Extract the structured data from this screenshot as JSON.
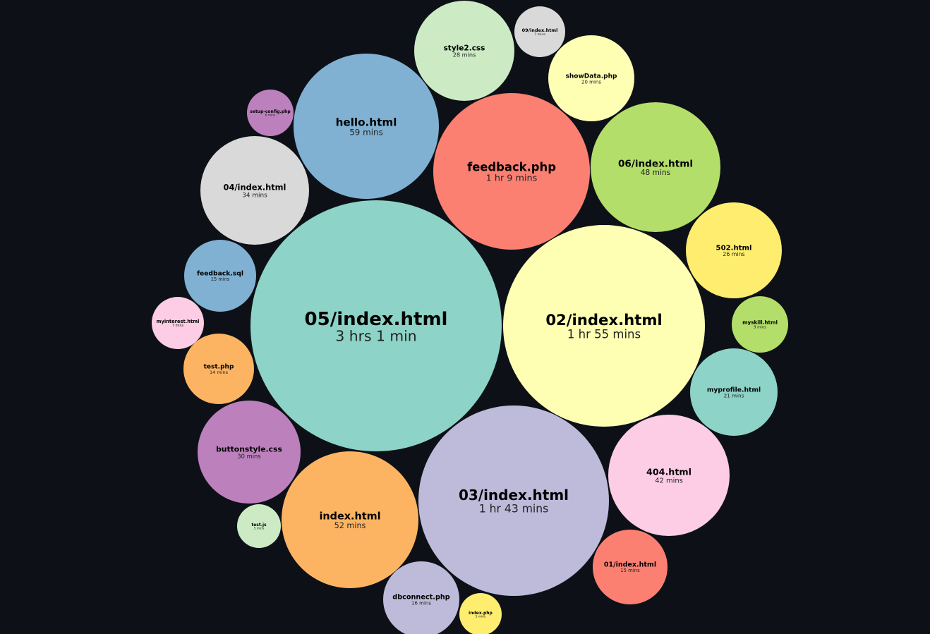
{
  "background_color": "#0d1117",
  "chart_data": {
    "type": "bubble",
    "size_unit": "minutes",
    "series": [
      {
        "name": "05/index.html",
        "duration": "3 hrs 1 min",
        "minutes": 181,
        "color": "#8dd3c7"
      },
      {
        "name": "02/index.html",
        "duration": "1 hr 55 mins",
        "minutes": 115,
        "color": "#ffffb3"
      },
      {
        "name": "03/index.html",
        "duration": "1 hr 43 mins",
        "minutes": 103,
        "color": "#bebada"
      },
      {
        "name": "feedback.php",
        "duration": "1 hr 9 mins",
        "minutes": 69,
        "color": "#fb8072"
      },
      {
        "name": "hello.html",
        "duration": "59 mins",
        "minutes": 59,
        "color": "#80b1d3"
      },
      {
        "name": "index.html",
        "duration": "52 mins",
        "minutes": 52,
        "color": "#fdb462"
      },
      {
        "name": "06/index.html",
        "duration": "48 mins",
        "minutes": 48,
        "color": "#b3de69"
      },
      {
        "name": "404.html",
        "duration": "42 mins",
        "minutes": 42,
        "color": "#fccde5"
      },
      {
        "name": "04/index.html",
        "duration": "34 mins",
        "minutes": 34,
        "color": "#d9d9d9"
      },
      {
        "name": "buttonstyle.css",
        "duration": "30 mins",
        "minutes": 30,
        "color": "#bc80bd"
      },
      {
        "name": "style2.css",
        "duration": "28 mins",
        "minutes": 28,
        "color": "#ccebc5"
      },
      {
        "name": "502.html",
        "duration": "26 mins",
        "minutes": 26,
        "color": "#ffed6f"
      },
      {
        "name": "myprofile.html",
        "duration": "21 mins",
        "minutes": 21,
        "color": "#8dd3c7"
      },
      {
        "name": "showData.php",
        "duration": "20 mins",
        "minutes": 20,
        "color": "#ffffb3"
      },
      {
        "name": "dbconnect.php",
        "duration": "16 mins",
        "minutes": 16,
        "color": "#bebada"
      },
      {
        "name": "01/index.html",
        "duration": "15 mins",
        "minutes": 15,
        "color": "#fb8072"
      },
      {
        "name": "feedback.sql",
        "duration": "15 mins",
        "minutes": 15,
        "color": "#80b1d3"
      },
      {
        "name": "test.php",
        "duration": "14 mins",
        "minutes": 14,
        "color": "#fdb462"
      },
      {
        "name": "myskill.html",
        "duration": "9 mins",
        "minutes": 9,
        "color": "#b3de69"
      },
      {
        "name": "myinterest.html",
        "duration": "7 mins",
        "minutes": 7,
        "color": "#fccde5"
      },
      {
        "name": "09/index.html",
        "duration": "7 mins",
        "minutes": 7,
        "color": "#d9d9d9"
      },
      {
        "name": "setup-config.php",
        "duration": "6 mins",
        "minutes": 6,
        "color": "#bc80bd"
      },
      {
        "name": "test.js",
        "duration": "5 mins",
        "minutes": 5,
        "color": "#ccebc5"
      },
      {
        "name": "index.php",
        "duration": "5 mins",
        "minutes": 5,
        "color": "#ffed6f"
      }
    ]
  }
}
